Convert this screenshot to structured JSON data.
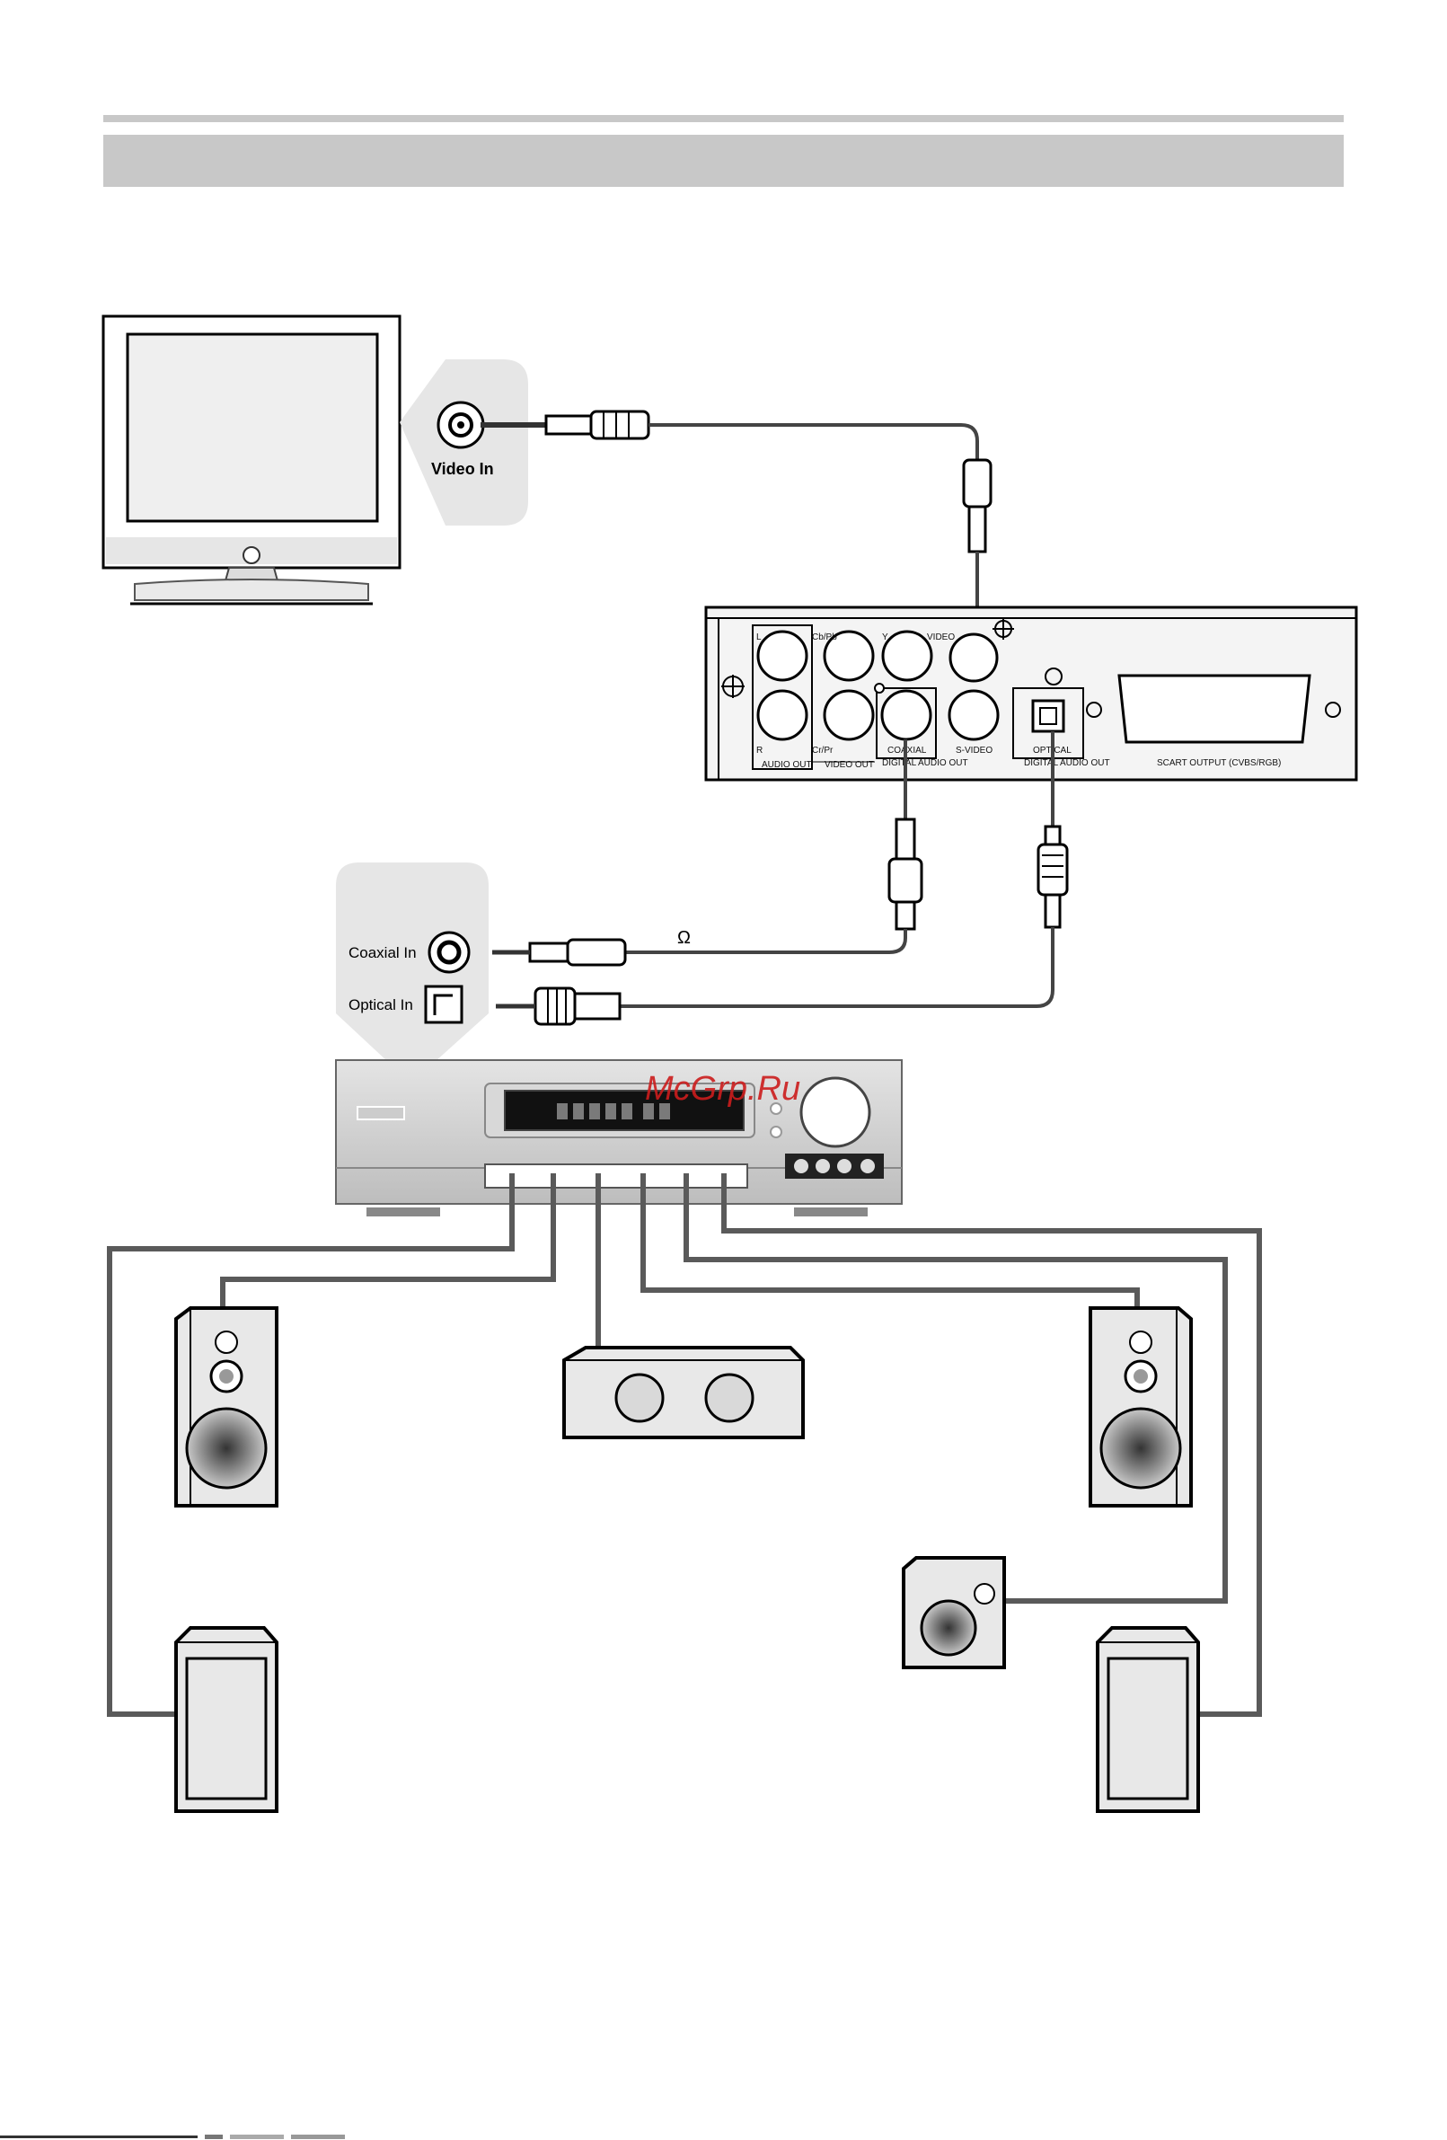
{
  "connectors": {
    "tv_input": "Video In",
    "receiver_coaxial": "Coaxial In",
    "receiver_optical": "Optical In",
    "impedance_symbol": "Ω"
  },
  "dvd_panel": {
    "audio_left": "L",
    "audio_right": "R",
    "audio_out": "AUDIO OUT",
    "cb_pb": "Cb/Pb",
    "cr_pr": "Cr/Pr",
    "y": "Y",
    "video_out": "VIDEO OUT",
    "video": "VIDEO",
    "coaxial": "COAXIAL",
    "digital_audio_out": "DIGITAL AUDIO OUT",
    "s_video": "S-VIDEO",
    "optical": "OPTICAL",
    "digital_audio_out_2": "DIGITAL AUDIO OUT",
    "scart": "SCART OUTPUT (CVBS/RGB)"
  },
  "watermark": "McGrp.Ru",
  "colors": {
    "header_bar": "#c8c8c8",
    "panel_bg": "#e8e8e8",
    "watermark": "#cc1d1d",
    "cable": "#555555"
  }
}
